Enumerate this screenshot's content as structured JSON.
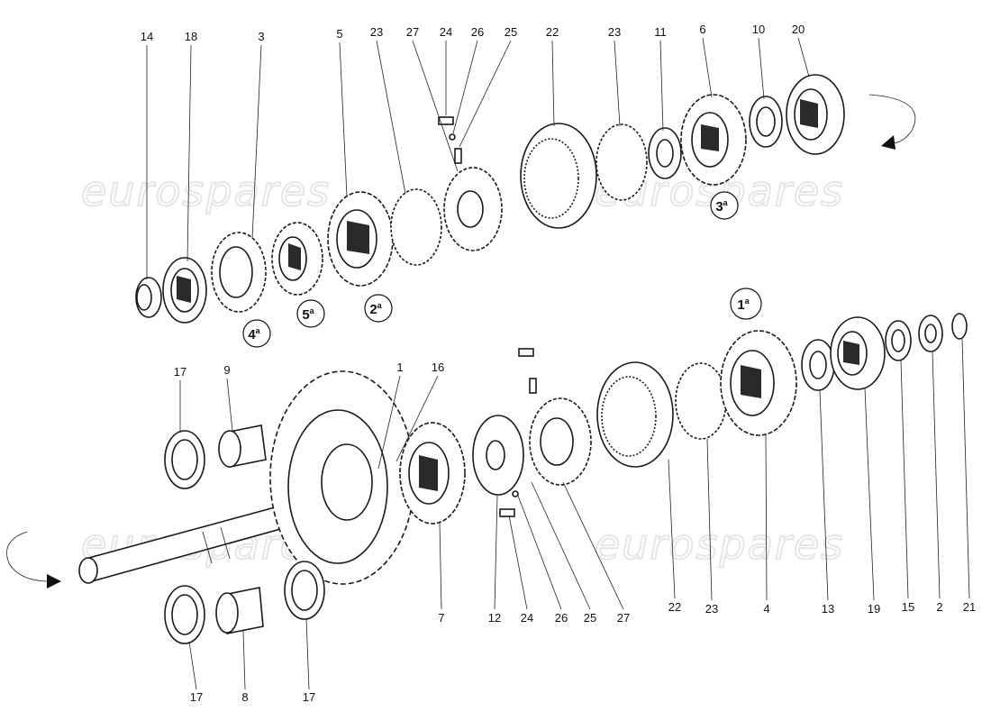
{
  "watermark": "eurospares",
  "top_assembly": {
    "labels": [
      "14",
      "18",
      "3",
      "5",
      "23",
      "27",
      "24",
      "26",
      "25",
      "22",
      "23",
      "11",
      "6",
      "10",
      "20"
    ],
    "gear_callouts": [
      {
        "num": "4",
        "sup": "a"
      },
      {
        "num": "5",
        "sup": "a"
      },
      {
        "num": "2",
        "sup": "a"
      },
      {
        "num": "3",
        "sup": "a"
      }
    ]
  },
  "bottom_assembly": {
    "left_labels": [
      "17",
      "9",
      "1",
      "16",
      "17",
      "8",
      "17"
    ],
    "right_labels": [
      "7",
      "12",
      "24",
      "26",
      "25",
      "27",
      "22",
      "23",
      "4",
      "13",
      "19",
      "15",
      "2",
      "21"
    ],
    "gear_callouts": [
      {
        "num": "1",
        "sup": "a"
      }
    ]
  }
}
